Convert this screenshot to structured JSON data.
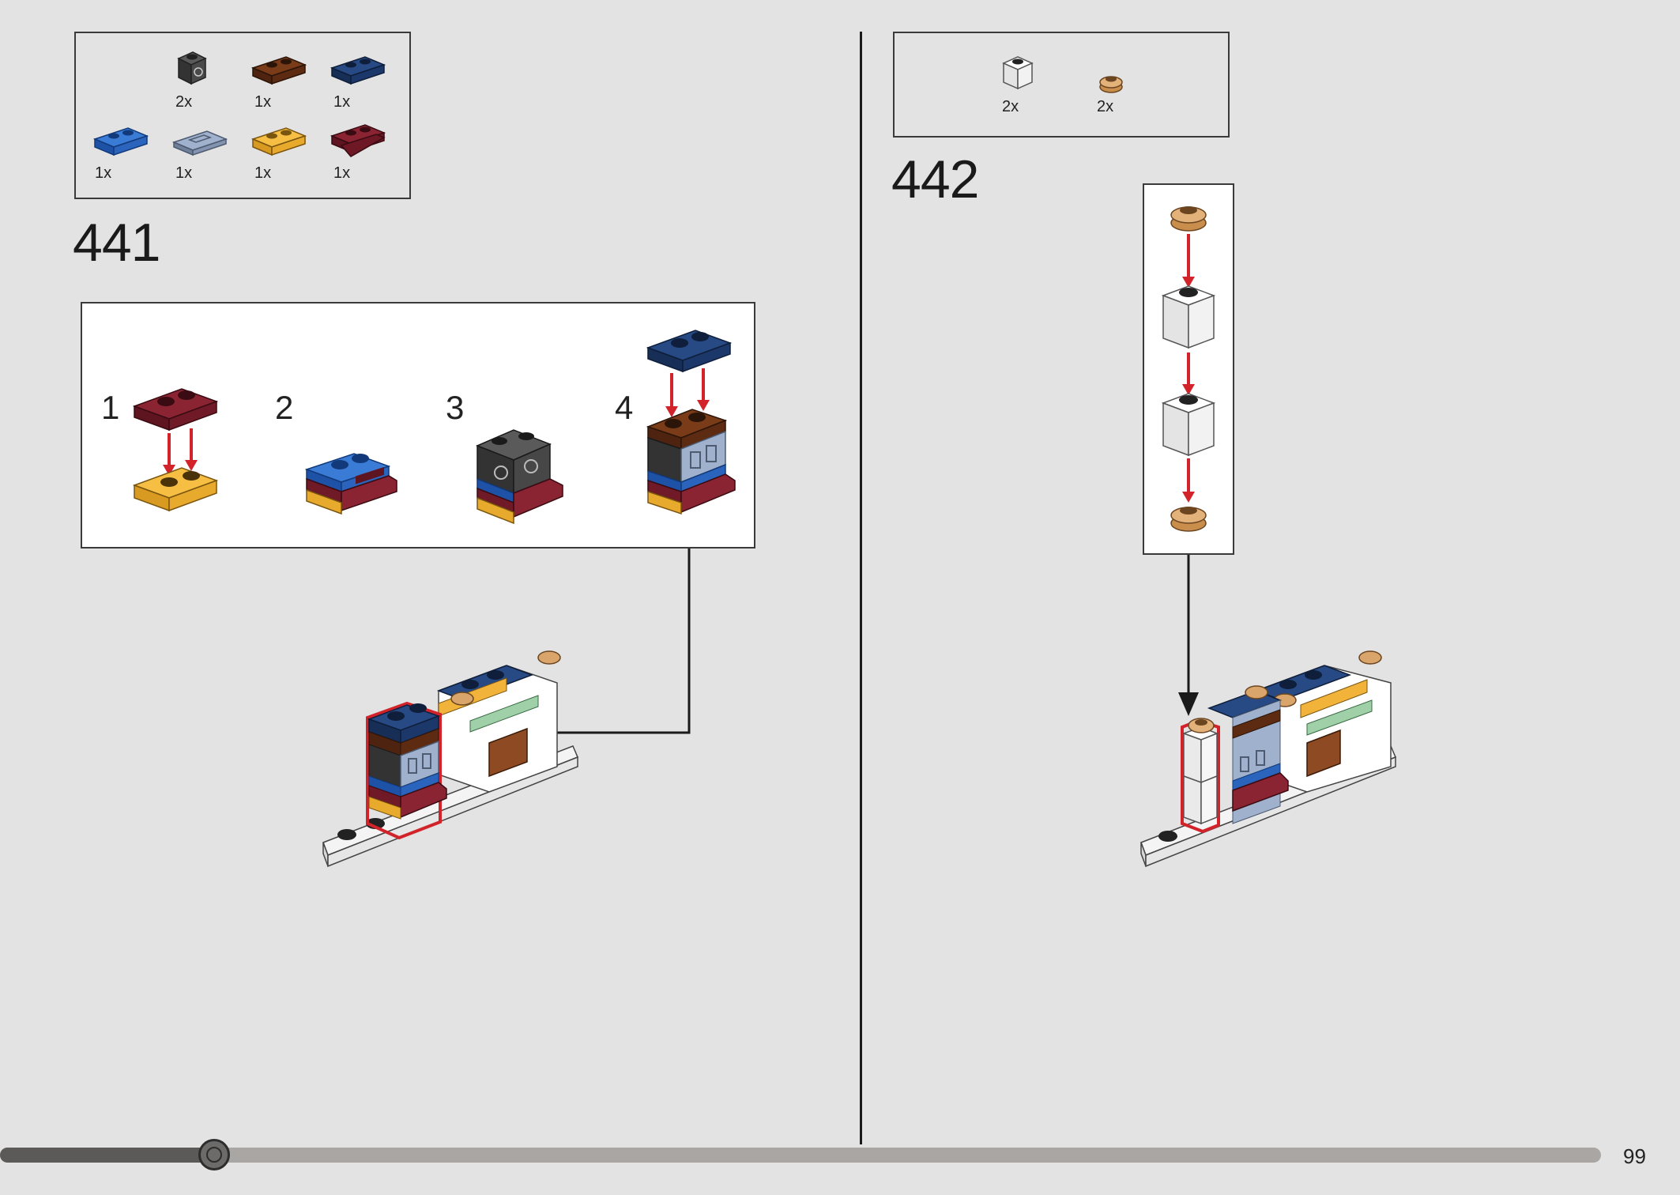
{
  "left_step": {
    "number": "441",
    "parts": [
      {
        "qty": "2x",
        "icon": "dark-gray-brick-with-clip-icon"
      },
      {
        "qty": "1x",
        "icon": "reddish-brown-plate-1x2-icon"
      },
      {
        "qty": "1x",
        "icon": "dark-blue-plate-1x2-icon"
      },
      {
        "qty": "1x",
        "icon": "blue-plate-1x2-icon"
      },
      {
        "qty": "1x",
        "icon": "light-blue-gray-tile-with-groove-icon"
      },
      {
        "qty": "1x",
        "icon": "yellow-orange-plate-1x2-icon"
      },
      {
        "qty": "1x",
        "icon": "dark-red-plate-with-rail-icon"
      }
    ],
    "substeps": [
      "1",
      "2",
      "3",
      "4"
    ]
  },
  "right_step": {
    "number": "442",
    "parts": [
      {
        "qty": "2x",
        "icon": "white-brick-1x1-icon"
      },
      {
        "qty": "2x",
        "icon": "tan-round-plate-icon"
      }
    ]
  },
  "footer": {
    "page_number": "99",
    "progress": 0.134
  },
  "colors": {
    "background": "#e3e3e3",
    "dark_red": "#7a1f2b",
    "dark_blue": "#1f3a6b",
    "blue": "#2d6cc4",
    "yellow_orange": "#f2b33a",
    "reddish_brown": "#6b3515",
    "arrow_red": "#d2232a",
    "tan": "#d9a56a"
  }
}
